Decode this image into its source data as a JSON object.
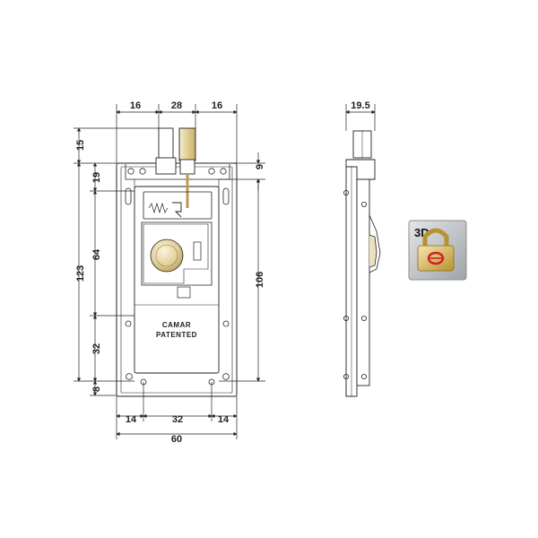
{
  "front_view": {
    "brand": "CAMAR",
    "patent": "PATENTED"
  },
  "dimensions": {
    "top_left": "16",
    "top_center": "28",
    "top_right": "16",
    "left_15": "15",
    "left_19": "19",
    "left_64": "64",
    "left_123": "123",
    "left_32": "32",
    "left_8": "8",
    "right_9": "9",
    "right_106": "106",
    "bottom_left": "14",
    "bottom_center": "32",
    "bottom_right": "14",
    "overall_width": "60",
    "side_width": "19.5"
  },
  "badge": {
    "label": "3D",
    "icon": "padlock-icon"
  },
  "colors": {
    "line": "#222222",
    "brass": "#e8d9a8",
    "brass_dark": "#c8b47a",
    "badge_bg": "#b9bcc0",
    "lock_red": "#cc2222"
  }
}
